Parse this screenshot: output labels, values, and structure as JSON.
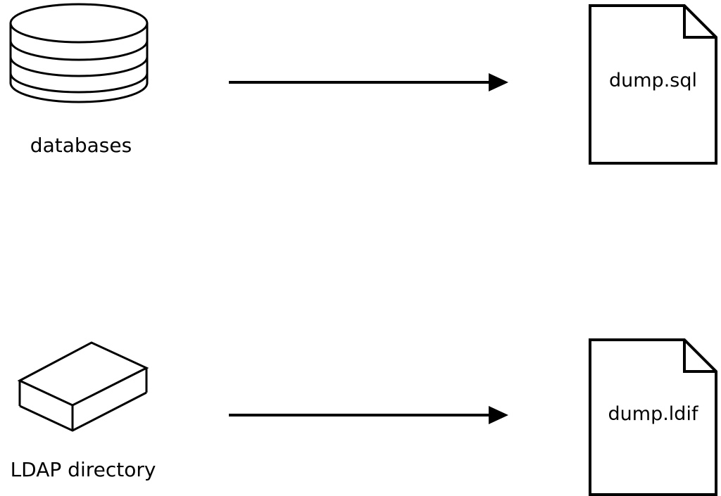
{
  "diagram": {
    "title": "database and LDAP dump diagram",
    "background_color": "#ffffff",
    "stroke_color": "#000000",
    "rows": [
      {
        "source": {
          "icon": "database-icon",
          "label": "databases"
        },
        "arrow": {
          "icon": "arrow-right-icon",
          "direction": "right"
        },
        "target": {
          "icon": "document-icon",
          "label": "dump.sql"
        }
      },
      {
        "source": {
          "icon": "box-icon",
          "label": "LDAP directory"
        },
        "arrow": {
          "icon": "arrow-right-icon",
          "direction": "right"
        },
        "target": {
          "icon": "document-icon",
          "label": "dump.ldif"
        }
      }
    ]
  }
}
